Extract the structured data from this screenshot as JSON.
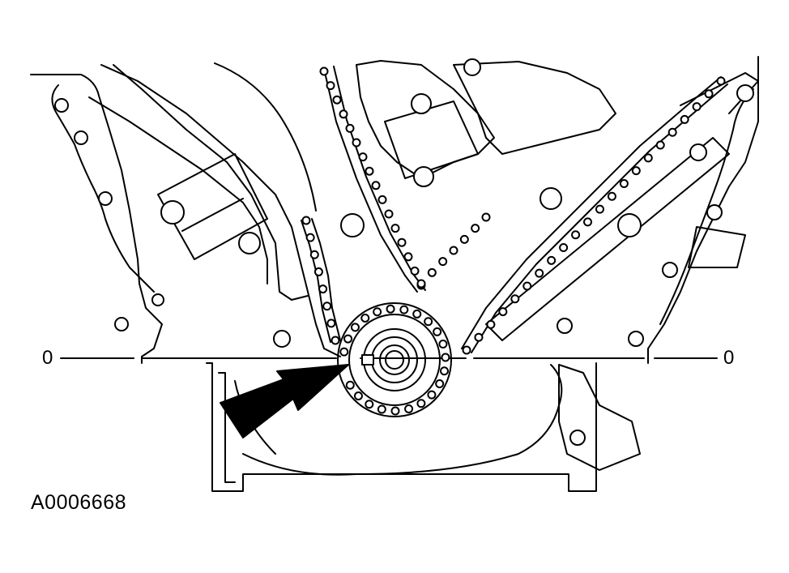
{
  "figure": {
    "figure_id": "A0006668",
    "left_marker_label": "0",
    "right_marker_label": "0"
  },
  "colors": {
    "ink": "#000000",
    "paper": "#ffffff"
  }
}
